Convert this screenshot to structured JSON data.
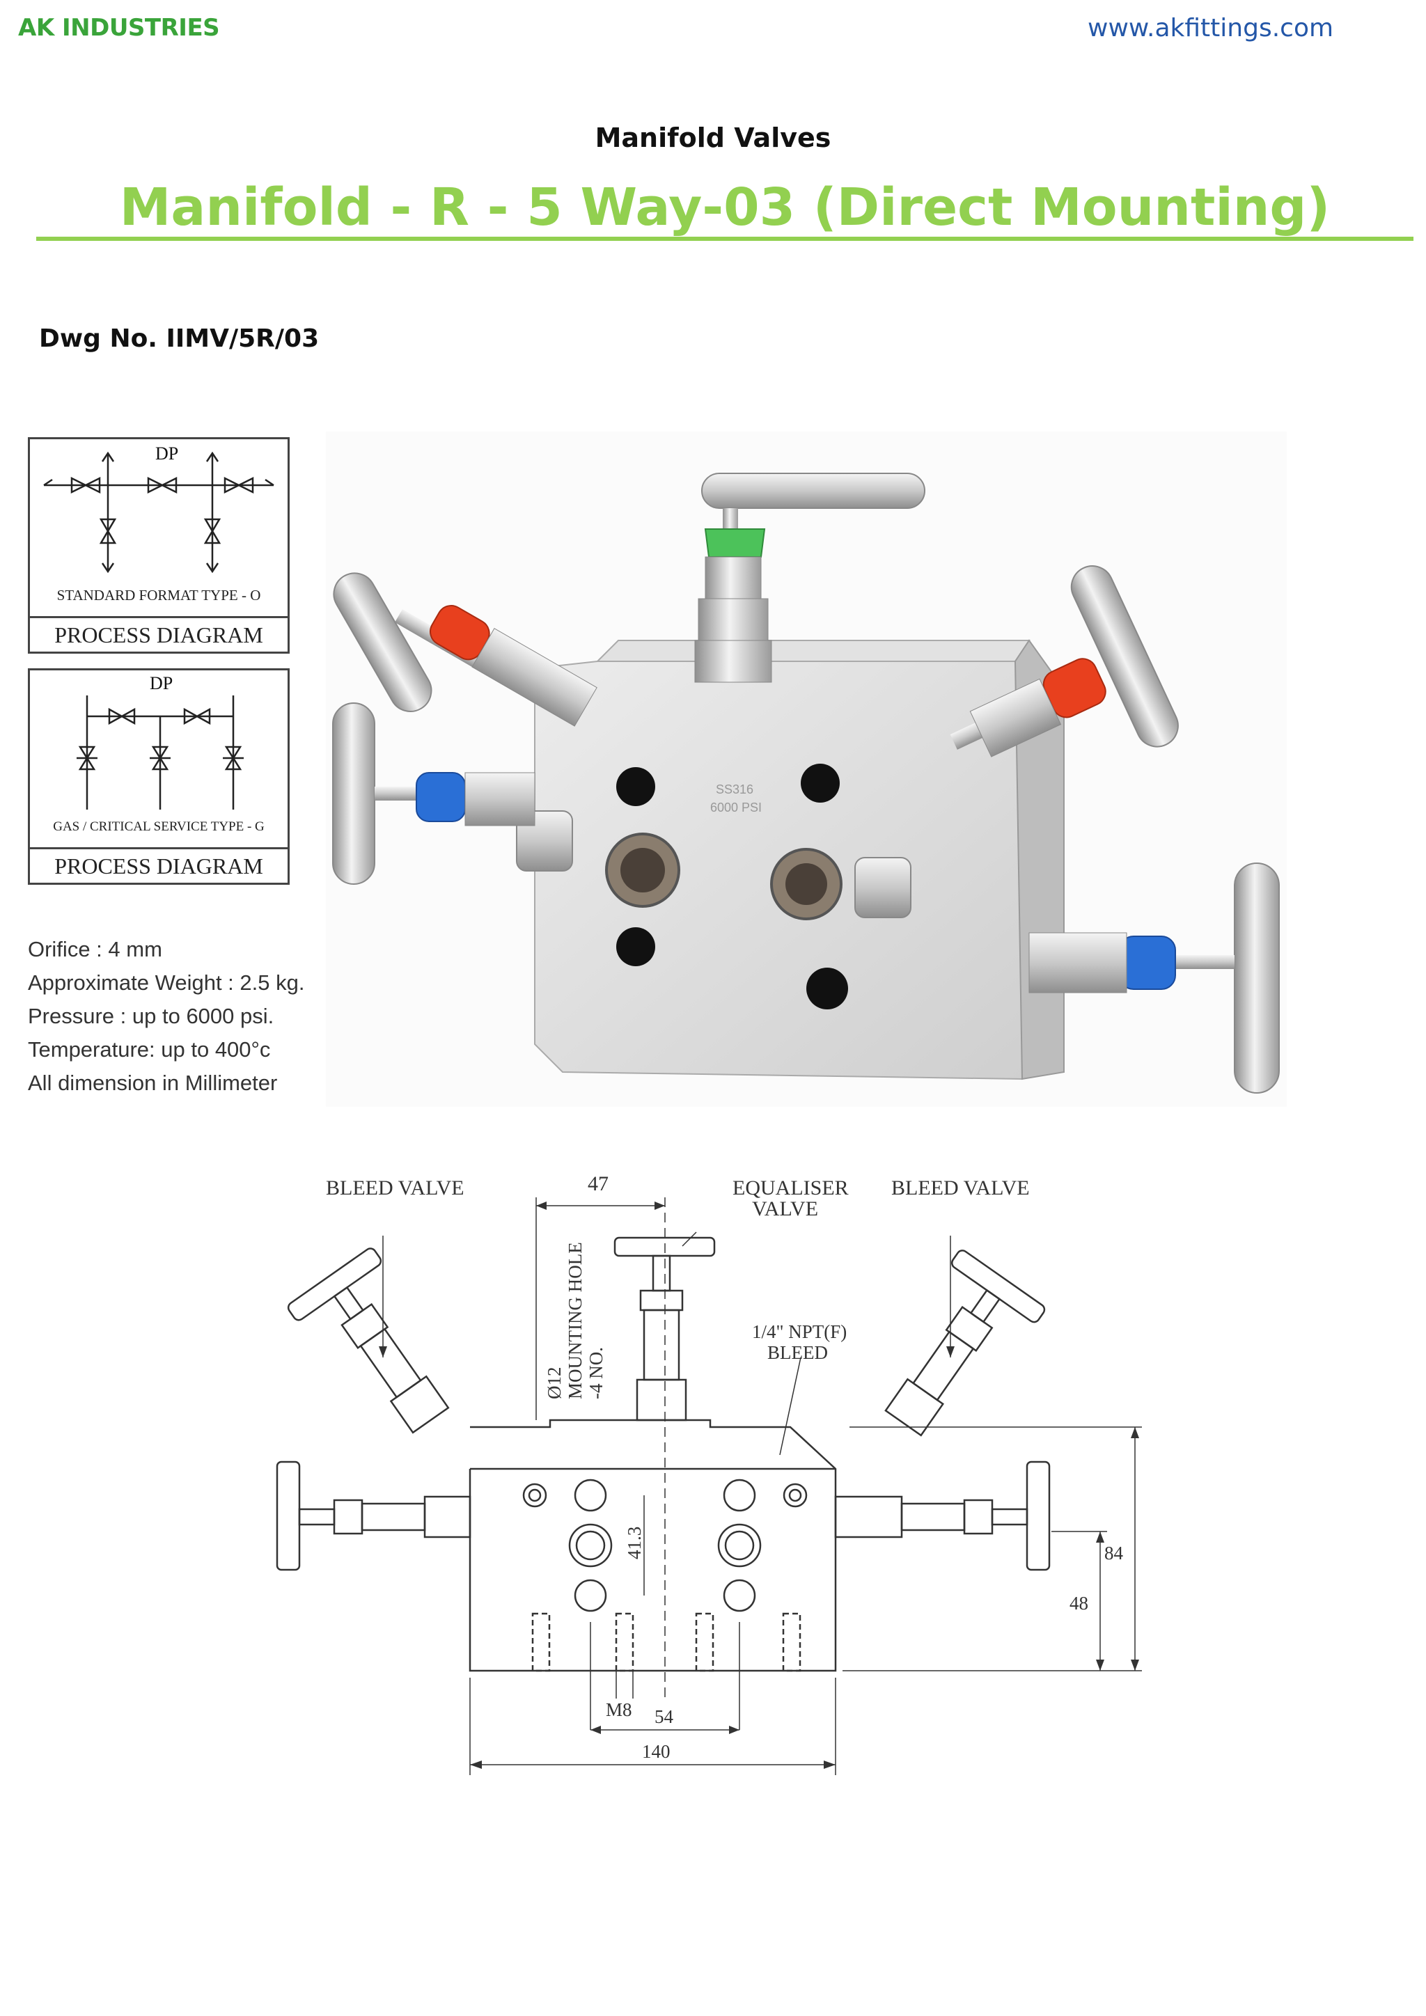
{
  "header": {
    "company": "AK INDUSTRIES",
    "website": "www.akfittings.com"
  },
  "document": {
    "category": "Manifold Valves",
    "title": "Manifold - R - 5 Way-03 (Direct Mounting)",
    "drawing_number": "Dwg No. IIMV/5R/03"
  },
  "process_diagrams": [
    {
      "dp_label": "DP",
      "type_label": "STANDARD FORMAT TYPE - O",
      "caption": "PROCESS DIAGRAM"
    },
    {
      "dp_label": "DP",
      "type_label": "GAS / CRITICAL SERVICE TYPE - G",
      "caption": "PROCESS DIAGRAM"
    }
  ],
  "specs": [
    "Orifice : 4 mm",
    "Approximate Weight : 2.5 kg.",
    "Pressure : up to 6000 psi.",
    "Temperature: up to 400°c",
    "All dimension in Millimeter"
  ],
  "photo": {
    "body_marking_1": "SS316",
    "body_marking_2": "6000 PSI"
  },
  "drawing": {
    "bleed_left": "BLEED VALVE",
    "equaliser_1": "EQUALISER",
    "equaliser_2": "VALVE",
    "bleed_right": "BLEED VALVE",
    "mounting_1": "Ø12",
    "mounting_2": "MOUNTING HOLE",
    "mounting_3": "-4 NO.",
    "npt_1": "1/4\" NPT(F)",
    "npt_2": "BLEED",
    "dim_47": "47",
    "dim_41_3": "41.3",
    "dim_m8": "M8",
    "dim_54": "54",
    "dim_140": "140",
    "dim_84": "84",
    "dim_48": "48"
  },
  "colors": {
    "brand_green": "#3aa43a",
    "title_green": "#92d050",
    "link_blue": "#2457a8",
    "cap_green": "#4cc25a",
    "cap_red": "#e8401e",
    "cap_blue": "#2a6fd6"
  }
}
